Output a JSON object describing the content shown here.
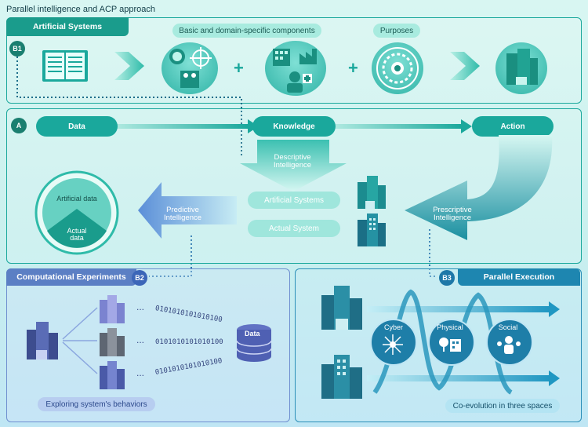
{
  "title": "Parallel intelligence and ACP approach",
  "top_panel": {
    "tab_label": "Artificial Systems",
    "badge": "B1",
    "components_label": "Basic and domain-specific components",
    "purposes_label": "Purposes",
    "plus": "+"
  },
  "middle_panel": {
    "badge": "A",
    "data_label": "Data",
    "knowledge_label": "Knowledge",
    "action_label": "Action",
    "descriptive_label": "Descriptive\nIntelligence",
    "predictive_label": "Predictive\nIntelligence",
    "prescriptive_label": "Prescriptive\nIntelligence",
    "artificial_systems_pill": "Artificial Systems",
    "actual_system_pill": "Actual System",
    "artificial_data_label": "Artificial data",
    "actual_data_label": "Actual\ndata"
  },
  "bottom_left_panel": {
    "tab_label": "Computational Experiments",
    "badge": "B2",
    "binary_text": "0101010101010100",
    "dots": "...",
    "data_label": "Data",
    "caption": "Exploring system's behaviors"
  },
  "bottom_right_panel": {
    "tab_label": "Parallel Execution",
    "badge": "B3",
    "cyber_label": "Cyber",
    "physical_label": "Physical",
    "social_label": "Social",
    "caption": "Co-evolution in three spaces"
  },
  "colors": {
    "teal": "#1aa89c",
    "dark_teal": "#17806f",
    "blue_tab": "#5b7fc4",
    "light_teal_pill": "#9fe6dc"
  }
}
